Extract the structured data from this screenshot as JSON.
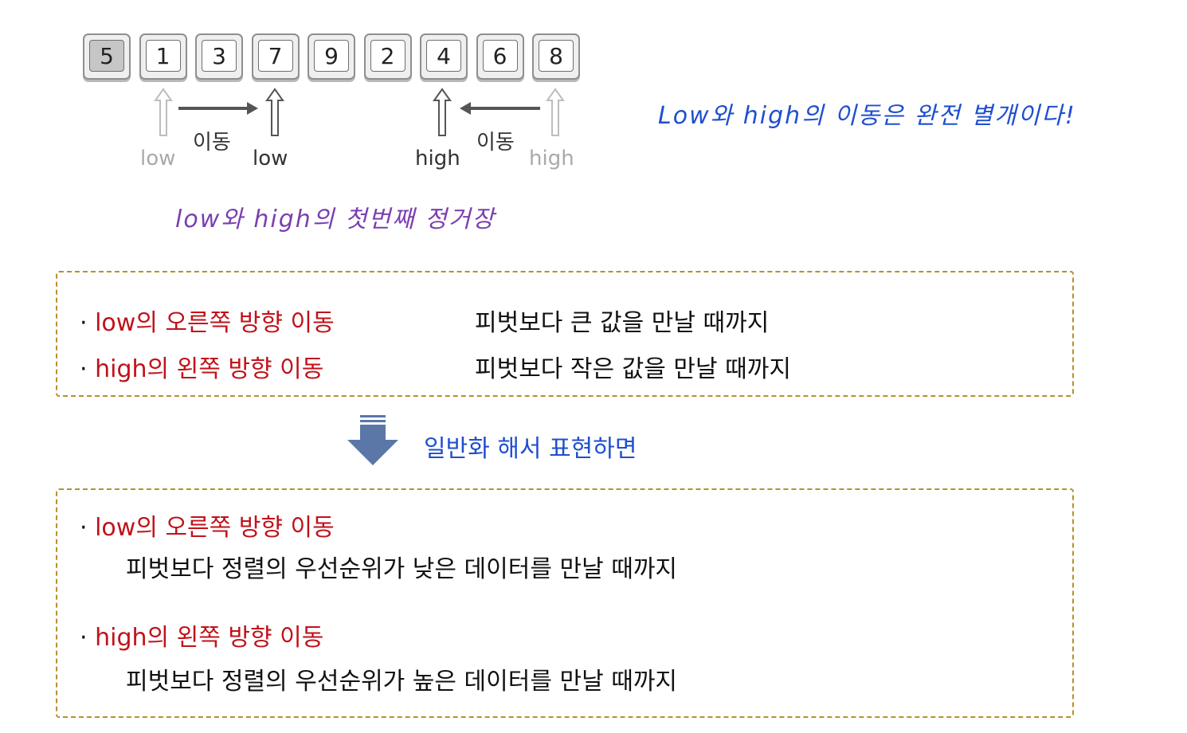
{
  "array": {
    "cells": [
      "5",
      "1",
      "3",
      "7",
      "9",
      "2",
      "4",
      "6",
      "8"
    ],
    "pivot_index": 0
  },
  "pointers": {
    "low_old": "low",
    "low_new": "low",
    "high_new": "high",
    "high_old": "high",
    "move_left": "이동",
    "move_right": "이동"
  },
  "notes": {
    "first_stop": "low와 high의 첫번째 정거장",
    "independent": "Low와 high의 이동은 완전 별개이다!"
  },
  "box1": {
    "row1_bullet": "·",
    "row1_label": "low의 오른쪽 방향 이동",
    "row1_desc": "피벗보다 큰 값을 만날 때까지",
    "row2_bullet": "·",
    "row2_label": "high의 왼쪽 방향 이동",
    "row2_desc": "피벗보다 작은 값을 만날 때까지"
  },
  "generalize": {
    "text": "일반화 해서 표현하면"
  },
  "box2": {
    "row1_bullet": "·",
    "row1_label": "low의 오른쪽 방향 이동",
    "row1_desc": "피벗보다 정렬의 우선순위가 낮은 데이터를 만날 때까지",
    "row2_bullet": "·",
    "row2_label": "high의 왼쪽 방향 이동",
    "row2_desc": "피벗보다 정렬의 우선순위가 높은 데이터를 만날 때까지"
  },
  "colors": {
    "red": "#c0121a",
    "blue": "#1f4fcf",
    "purple": "#7a3fb0",
    "dash": "#b8902b",
    "arrow": "#5b77a8"
  }
}
